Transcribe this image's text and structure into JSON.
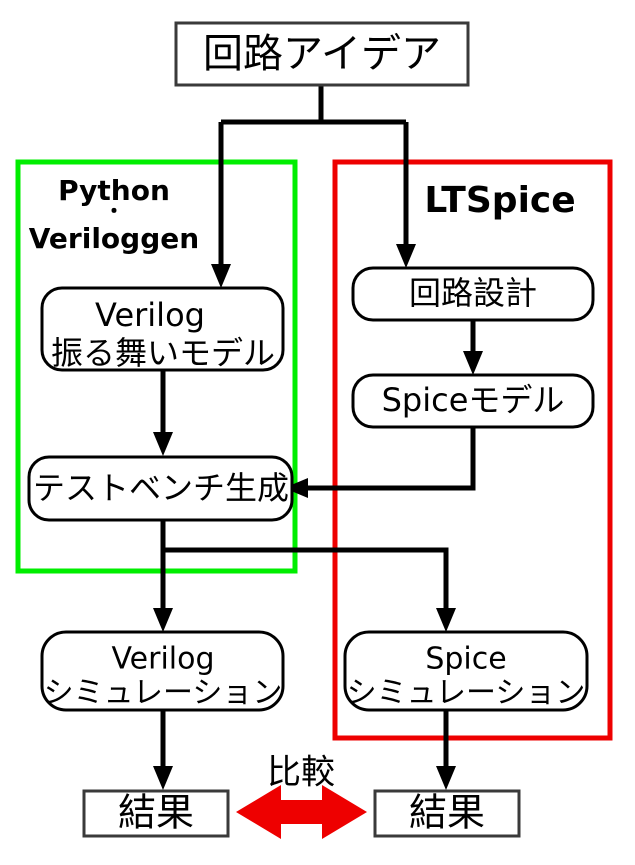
{
  "diagram": {
    "title_node": {
      "id": "circuit-idea",
      "label": "回路アイデア"
    },
    "groups": [
      {
        "id": "python-veriloggen",
        "title_line1": "Python",
        "title_dot": "・",
        "title_line2": "Veriloggen",
        "color": "#00ee00"
      },
      {
        "id": "ltspice",
        "title": "LTSpice",
        "color": "#ee0000"
      }
    ],
    "nodes": [
      {
        "id": "verilog-behavior-model",
        "line1": "Verilog",
        "line2": "振る舞いモデル"
      },
      {
        "id": "testbench-generation",
        "line1": "テストベンチ生成"
      },
      {
        "id": "circuit-design",
        "line1": "回路設計"
      },
      {
        "id": "spice-model",
        "line1": "Spiceモデル"
      },
      {
        "id": "verilog-simulation",
        "line1": "Verilog",
        "line2": "シミュレーション"
      },
      {
        "id": "spice-simulation",
        "line1": "Spice",
        "line2": "シミュレーション"
      },
      {
        "id": "result-left",
        "line1": "結果"
      },
      {
        "id": "result-right",
        "line1": "結果"
      }
    ],
    "annotations": [
      {
        "id": "comparison-label",
        "label": "比較"
      }
    ],
    "colors": {
      "python_group": "#00ee00",
      "ltspice_group": "#ee0000",
      "compare_arrow": "#ee0000",
      "connector": "#000000",
      "box_border": "#000000",
      "background": "#ffffff"
    }
  }
}
